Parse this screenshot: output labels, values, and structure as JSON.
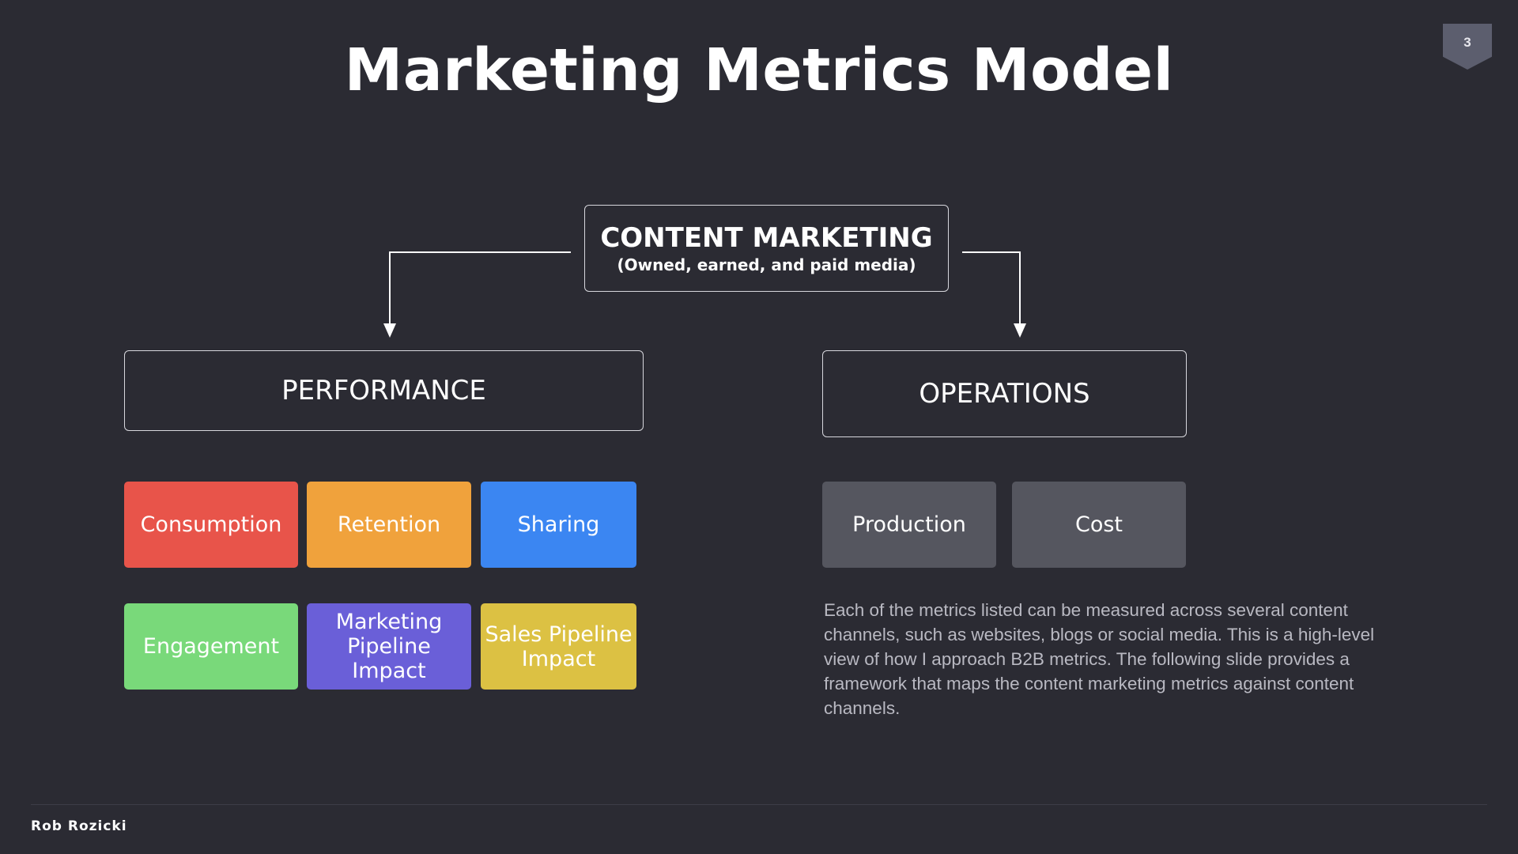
{
  "title": "Marketing Metrics Model",
  "page_number": "3",
  "root": {
    "title": "CONTENT MARKETING",
    "subtitle": "(Owned, earned, and paid media)"
  },
  "categories": {
    "performance": "PERFORMANCE",
    "operations": "OPERATIONS"
  },
  "performance_metrics": [
    {
      "label": "Consumption",
      "color": "#e8544a"
    },
    {
      "label": "Retention",
      "color": "#f0a23c"
    },
    {
      "label": "Sharing",
      "color": "#3b86f2"
    },
    {
      "label": "Engagement",
      "color": "#79d97a"
    },
    {
      "label": "Marketing Pipeline Impact",
      "color": "#6a5fd8"
    },
    {
      "label": "Sales Pipeline Impact",
      "color": "#dcc143"
    }
  ],
  "operations_metrics": [
    {
      "label": "Production",
      "color": "#55565f"
    },
    {
      "label": "Cost",
      "color": "#55565f"
    }
  ],
  "description": "Each of the metrics listed can be measured across several content channels, such as websites, blogs or social media. This is a high-level view of how I approach B2B metrics. The following slide provides a framework that maps the content marketing metrics against content channels.",
  "author": "Rob Rozicki"
}
